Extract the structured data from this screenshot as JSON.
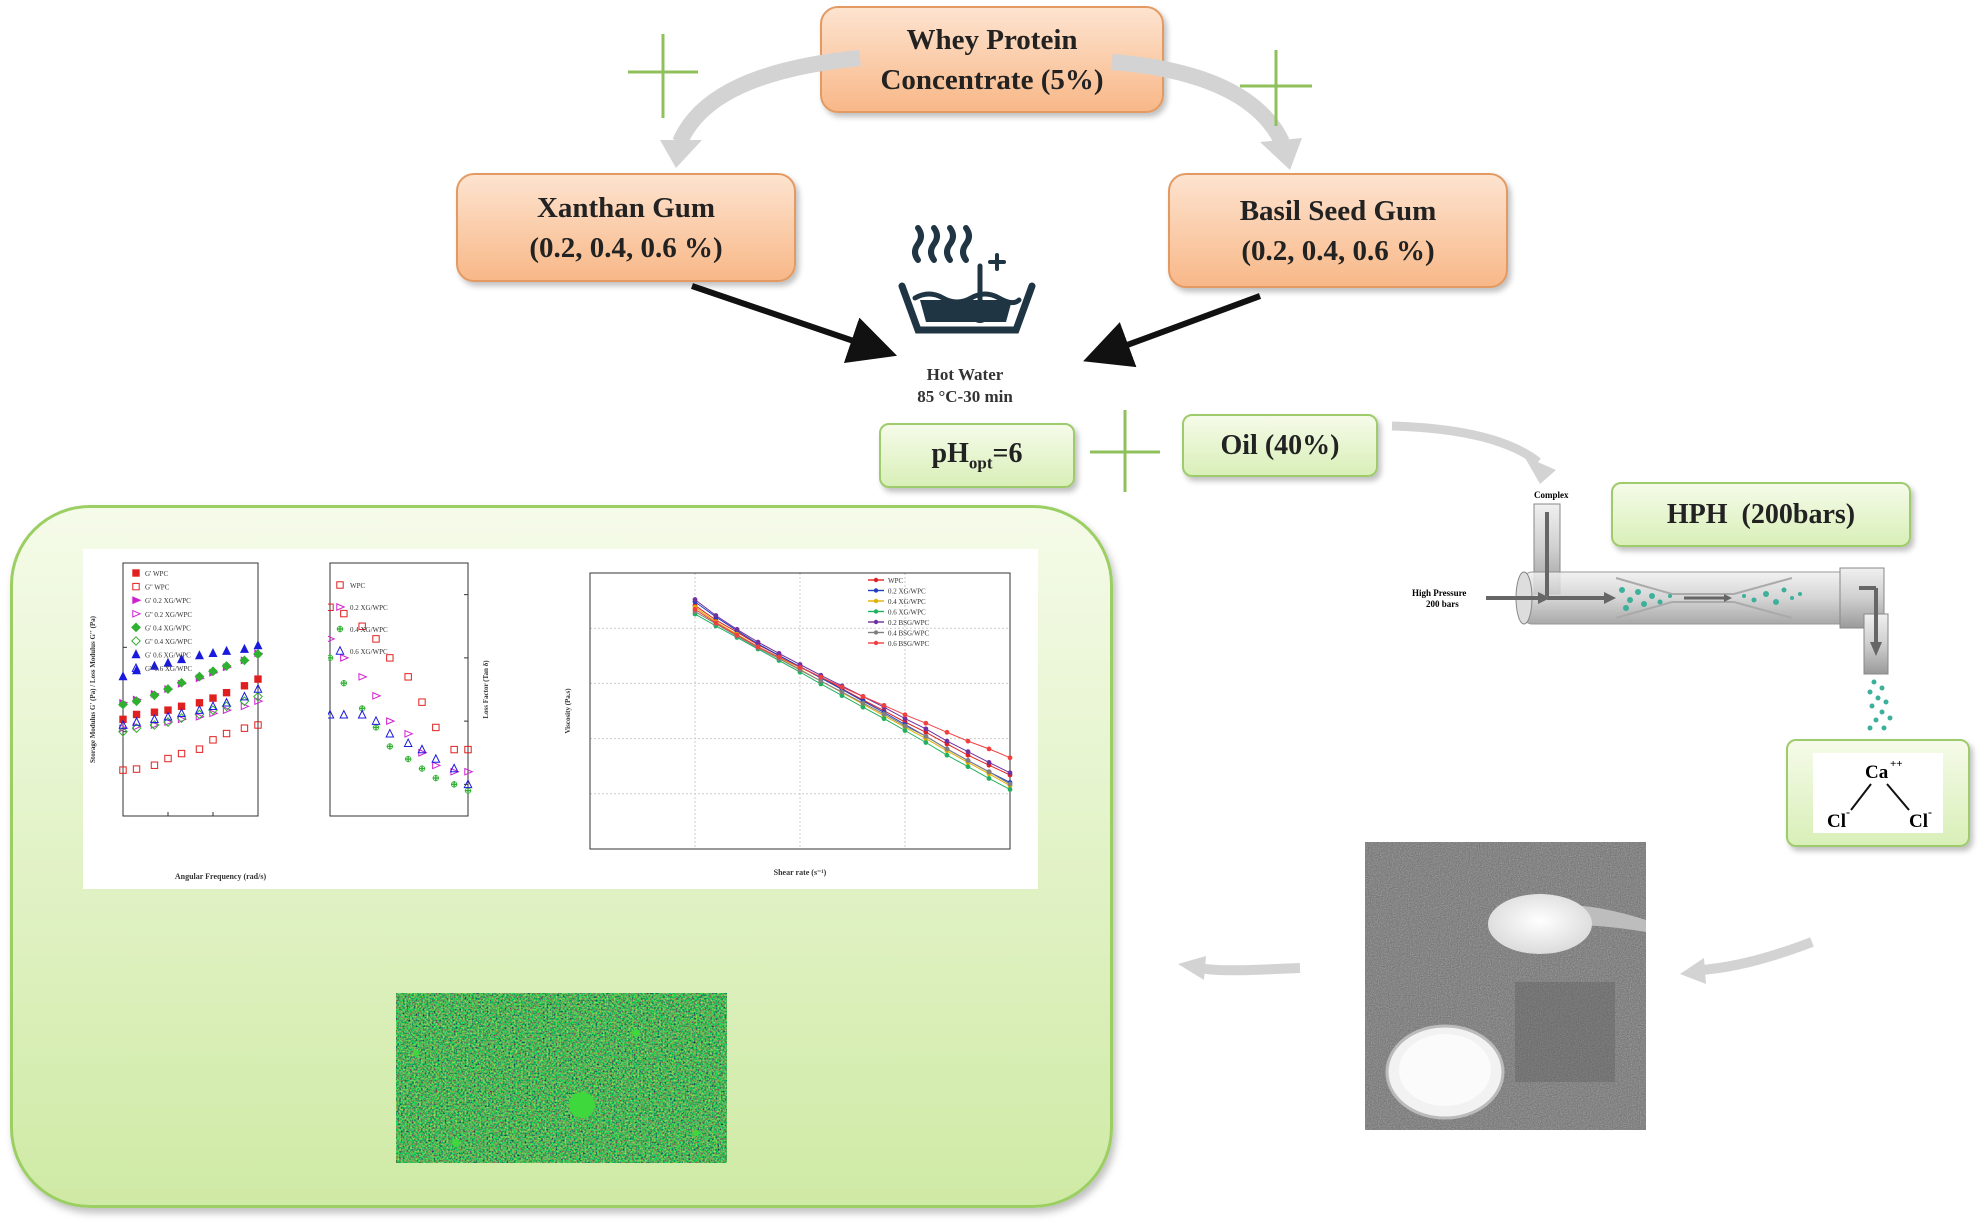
{
  "nodes": {
    "wpc": {
      "line1": "Whey Protein",
      "line2": "Concentrate (5%)"
    },
    "xanthan": {
      "line1": "Xanthan Gum",
      "line2": "(0.2, 0.4, 0.6 %)"
    },
    "basil": {
      "line1": "Basil Seed Gum",
      "line2": "(0.2, 0.4, 0.6 %)"
    },
    "hot_water": {
      "line1": "Hot Water",
      "line2": "85 °C-30 min"
    },
    "ph": {
      "base": "pH",
      "sub": "opt",
      "suffix": "=6"
    },
    "oil": {
      "label": "Oil (40%)"
    },
    "hph": {
      "label": "HPH  (200bars)"
    },
    "hph_diagram": {
      "complex": "Complex",
      "pressure1": "High Pressure",
      "pressure2": "200 bars"
    },
    "cacl2": {
      "ca": "Ca",
      "ca_charge": "++",
      "cl": "Cl",
      "cl_charge": "-"
    }
  },
  "colors": {
    "orange_box": "#f8b888",
    "green_box": "#d9efb8",
    "cross": "#8fc05b",
    "arrow_black": "#111111",
    "arrow_gray": "#d3d3d3"
  },
  "icons": {
    "hot_water": "hot-water-bath-icon",
    "plus": "plus-sign-icon"
  },
  "chart_data": [
    {
      "type": "scatter",
      "xlabel": "Angular Frequency (rad/s)",
      "ylabel": "Storage Modulus G' (Pa) / Loss Modulus G'' (Pa)",
      "scale": "log-log",
      "xlim": [
        0.1,
        100
      ],
      "ylim": [
        10,
        10000
      ],
      "x": [
        0.1,
        0.2,
        0.5,
        1,
        2,
        5,
        10,
        20,
        50,
        100
      ],
      "legend": [
        "G' WPC",
        "G'' WPC",
        "G' 0.2 XG/WPC",
        "G'' 0.2 XG/WPC",
        "G' 0.4 XG/WPC",
        "G'' 0.4 XG/WPC",
        "G' 0.6 XG/WPC",
        "G'' 0.6 XG/WPC"
      ],
      "series": [
        {
          "name": "G' WPC",
          "color": "#e02020",
          "marker": "square-filled",
          "values": [
            140,
            160,
            170,
            180,
            200,
            220,
            250,
            290,
            350,
            420
          ]
        },
        {
          "name": "G'' WPC",
          "color": "#e02020",
          "marker": "square-open",
          "values": [
            35,
            36,
            40,
            48,
            55,
            62,
            80,
            95,
            110,
            120
          ]
        },
        {
          "name": "G' 0.2 XG/WPC",
          "color": "#d020d0",
          "marker": "tri-right-filled",
          "values": [
            220,
            240,
            280,
            320,
            370,
            430,
            500,
            580,
            700,
            850
          ]
        },
        {
          "name": "G'' 0.2 XG/WPC",
          "color": "#d020d0",
          "marker": "tri-right-open",
          "values": [
            110,
            115,
            120,
            130,
            140,
            150,
            165,
            180,
            200,
            230
          ]
        },
        {
          "name": "G' 0.4 XG/WPC",
          "color": "#30b030",
          "marker": "diamond-filled",
          "values": [
            210,
            230,
            270,
            320,
            380,
            450,
            520,
            600,
            700,
            830
          ]
        },
        {
          "name": "G'' 0.4 XG/WPC",
          "color": "#30b030",
          "marker": "diamond-open",
          "values": [
            100,
            110,
            120,
            130,
            145,
            160,
            180,
            200,
            230,
            260
          ]
        },
        {
          "name": "G' 0.6 XG/WPC",
          "color": "#1a1adf",
          "marker": "triangle-filled",
          "values": [
            450,
            530,
            600,
            650,
            720,
            800,
            850,
            900,
            950,
            1050
          ]
        },
        {
          "name": "G'' 0.6 XG/WPC",
          "color": "#1a1adf",
          "marker": "triangle-open",
          "values": [
            120,
            130,
            140,
            150,
            165,
            180,
            200,
            220,
            260,
            320
          ]
        }
      ]
    },
    {
      "type": "scatter",
      "xlabel": "",
      "ylabel": "Loss Factor (Tan δ)",
      "scale": "log-x",
      "xlim": [
        0.1,
        100
      ],
      "ylim": [
        0.25,
        0.65
      ],
      "x": [
        0.1,
        0.2,
        0.5,
        1,
        2,
        5,
        10,
        20,
        50,
        100
      ],
      "legend": [
        "WPC",
        "0.2 XG/WPC",
        "0.4 XG/WPC",
        "0.6 XG/WPC"
      ],
      "series": [
        {
          "name": "WPC",
          "color": "#e02020",
          "marker": "square-open",
          "values": [
            0.58,
            0.57,
            0.55,
            0.53,
            0.5,
            0.47,
            0.43,
            0.39,
            0.355,
            0.355
          ]
        },
        {
          "name": "0.2 XG/WPC",
          "color": "#d020d0",
          "marker": "tri-right-open",
          "values": [
            0.53,
            0.5,
            0.47,
            0.44,
            0.4,
            0.38,
            0.35,
            0.33,
            0.32,
            0.32
          ]
        },
        {
          "name": "0.4 XG/WPC",
          "color": "#30b030",
          "marker": "cross",
          "values": [
            0.5,
            0.46,
            0.42,
            0.39,
            0.36,
            0.34,
            0.325,
            0.31,
            0.3,
            0.29
          ]
        },
        {
          "name": "0.6 XG/WPC",
          "color": "#1a1adf",
          "marker": "triangle-open",
          "values": [
            0.41,
            0.41,
            0.41,
            0.4,
            0.38,
            0.365,
            0.355,
            0.34,
            0.325,
            0.3
          ]
        }
      ]
    },
    {
      "type": "line",
      "xlabel": "Shear rate (s⁻¹)",
      "ylabel": "Viscosity (Pa.s)",
      "scale": "log-log",
      "xlim": [
        0.01,
        100
      ],
      "ylim": [
        0.001,
        100
      ],
      "x": [
        0.1,
        0.158,
        0.251,
        0.398,
        0.631,
        1,
        1.58,
        2.51,
        3.98,
        6.31,
        10,
        15.8,
        25.1,
        39.8,
        63.1,
        100
      ],
      "legend": [
        "WPC",
        "0.2 XG/WPC",
        "0.4 XG/WPC",
        "0.6 XG/WPC",
        "0.2 BSG/WPC",
        "0.4 BSG/WPC",
        "0.6 BSG/WPC"
      ],
      "series": [
        {
          "name": "WPC",
          "color": "#e02020",
          "values": [
            26,
            14,
            8.5,
            5,
            3.2,
            2,
            1.3,
            0.8,
            0.5,
            0.32,
            0.2,
            0.13,
            0.08,
            0.05,
            0.033,
            0.022
          ]
        },
        {
          "name": "0.2 XG/WPC",
          "color": "#2040c0",
          "values": [
            30,
            16,
            9,
            5.2,
            3.2,
            2,
            1.25,
            0.78,
            0.48,
            0.3,
            0.18,
            0.11,
            0.065,
            0.04,
            0.025,
            0.016
          ]
        },
        {
          "name": "0.4 XG/WPC",
          "color": "#e0b000",
          "values": [
            24,
            13,
            7.8,
            4.6,
            2.9,
            1.8,
            1.1,
            0.68,
            0.42,
            0.26,
            0.16,
            0.1,
            0.06,
            0.037,
            0.023,
            0.014
          ]
        },
        {
          "name": "0.6 XG/WPC",
          "color": "#20b060",
          "values": [
            18,
            11,
            6.8,
            4.2,
            2.6,
            1.6,
            0.98,
            0.6,
            0.37,
            0.23,
            0.14,
            0.085,
            0.05,
            0.031,
            0.019,
            0.012
          ]
        },
        {
          "name": "0.2 BSG/WPC",
          "color": "#7030a0",
          "values": [
            33,
            17,
            9.5,
            5.6,
            3.5,
            2.2,
            1.4,
            0.9,
            0.58,
            0.37,
            0.23,
            0.15,
            0.09,
            0.058,
            0.037,
            0.024
          ]
        },
        {
          "name": "0.4 BSG/WPC",
          "color": "#808080",
          "values": [
            20,
            12,
            7.2,
            4.4,
            2.8,
            1.75,
            1.1,
            0.7,
            0.44,
            0.28,
            0.17,
            0.11,
            0.065,
            0.04,
            0.025,
            0.015
          ]
        },
        {
          "name": "0.6 BSG/WPC",
          "color": "#f04040",
          "values": [
            22,
            12.5,
            7.5,
            4.6,
            3,
            1.95,
            1.3,
            0.86,
            0.58,
            0.4,
            0.27,
            0.19,
            0.13,
            0.09,
            0.065,
            0.045
          ]
        }
      ]
    }
  ]
}
